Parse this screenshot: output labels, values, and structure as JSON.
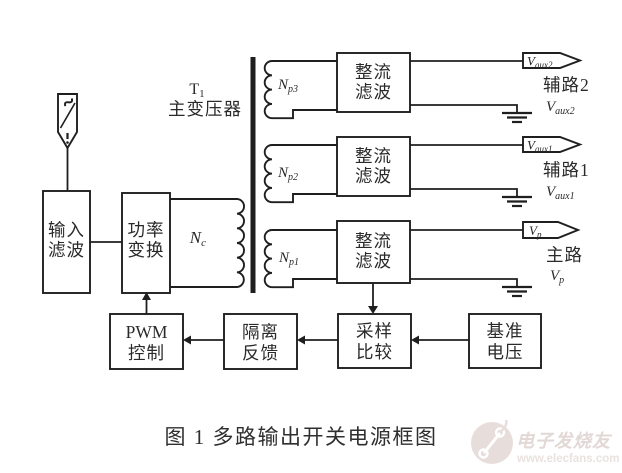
{
  "colors": {
    "ink": "#1f1f1f",
    "background": "#ffffff",
    "watermark_brand": "#e2d8d6",
    "watermark_url": "#eae2df"
  },
  "transformer": {
    "designator": {
      "base": "T",
      "sub": "1"
    },
    "label": "主变压器",
    "windings": {
      "nc": {
        "base": "N",
        "sub": "c"
      },
      "np3": {
        "base": "N",
        "sub": "p3"
      },
      "np2": {
        "base": "N",
        "sub": "p2"
      },
      "np1": {
        "base": "N",
        "sub": "p1"
      }
    }
  },
  "blocks": {
    "input_filter": {
      "line1": "输入",
      "line2": "滤波"
    },
    "power_converter": {
      "line1": "功率",
      "line2": "变换"
    },
    "rectifier1": {
      "line1": "整流",
      "line2": "滤波"
    },
    "rectifier2": {
      "line1": "整流",
      "line2": "滤波"
    },
    "rectifier3": {
      "line1": "整流",
      "line2": "滤波"
    },
    "pwm_control": {
      "line1": "PWM",
      "line2": "控制"
    },
    "isolation_feedback": {
      "line1": "隔离",
      "line2": "反馈"
    },
    "sampling_compare": {
      "line1": "采样",
      "line2": "比较"
    },
    "reference_voltage": {
      "line1": "基准",
      "line2": "电压"
    }
  },
  "outputs": {
    "aux2": {
      "tag": {
        "base": "V",
        "sub": "aux2"
      },
      "route": "辅路2",
      "value": {
        "base": "V",
        "sub": "aux2"
      }
    },
    "aux1": {
      "tag": {
        "base": "V",
        "sub": "aux1"
      },
      "route": "辅路1",
      "value": {
        "base": "V",
        "sub": "aux1"
      }
    },
    "main": {
      "tag": {
        "base": "V",
        "sub": "p"
      },
      "route": "主路",
      "value": {
        "base": "V",
        "sub": "p"
      }
    }
  },
  "caption": "图 1 多路输出开关电源框图",
  "watermark": {
    "brand": "电子发烧友",
    "url": "www.elecfans.com"
  }
}
